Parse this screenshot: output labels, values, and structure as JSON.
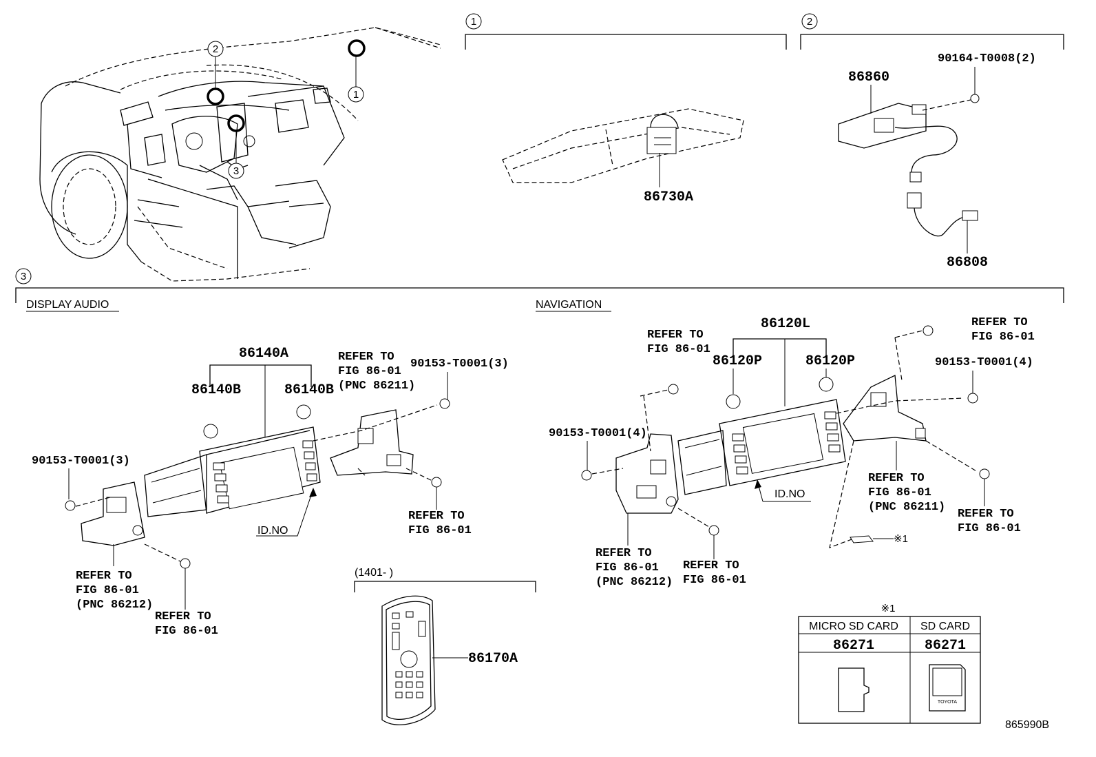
{
  "section_markers": {
    "one": "1",
    "two": "2",
    "three": "3"
  },
  "section_headings": {
    "display_audio": "DISPLAY AUDIO",
    "navigation": "NAVIGATION"
  },
  "parts": {
    "p86730A": "86730A",
    "p86860": "86860",
    "p90164": "90164-T0008(2)",
    "p86808": "86808",
    "p86140A": "86140A",
    "p86140B_left": "86140B",
    "p86140B_right": "86140B",
    "p90153_da_left": "90153-T0001(3)",
    "p90153_da_right": "90153-T0001(3)",
    "p86120L": "86120L",
    "p86120P_left": "86120P",
    "p86120P_right": "86120P",
    "p90153_nav_left": "90153-T0001(4)",
    "p90153_nav_right": "90153-T0001(4)",
    "p86170A": "86170A"
  },
  "refer": {
    "refer_to": "REFER TO",
    "fig": "FIG 86-01",
    "pnc_86211": "(PNC 86211)",
    "pnc_86212": "(PNC 86212)"
  },
  "id_no": "ID.NO",
  "date_range": "(1401-      )",
  "note_marker": "※1",
  "sd_table": {
    "marker": "※1",
    "headers": [
      "MICRO SD CARD",
      "SD CARD"
    ],
    "parts": [
      "86271",
      "86271"
    ],
    "sd_brand": "TOYOTA"
  },
  "diagram_id": "865990B"
}
